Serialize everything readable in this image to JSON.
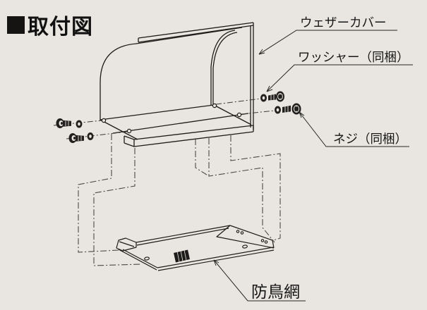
{
  "title": {
    "text": "取付図"
  },
  "labels": {
    "weather_cover": "ウェザーカバー",
    "washer": "ワッシャー（同梱）",
    "screw": "ネジ（同梱）",
    "bird_net": "防鳥網"
  },
  "diagram": {
    "type": "exploded-assembly-line-drawing",
    "colors": {
      "background": "#e9e6e1",
      "line": "#1d1c1a",
      "phantom_line": "#4a4a46",
      "text": "#161616"
    },
    "components": {
      "weather_cover": {
        "label": "ウェザーカバー",
        "screw_holes": 4
      },
      "washers": {
        "label": "ワッシャー（同梱）",
        "count": 4
      },
      "screws": {
        "label": "ネジ（同梱）",
        "count": 4
      },
      "bird_net": {
        "label": "防鳥網",
        "flange_holes": 4,
        "has_mesh_patch": true
      },
      "wall_opening_outline": {
        "line_style": "dash-dot phantom"
      }
    }
  }
}
